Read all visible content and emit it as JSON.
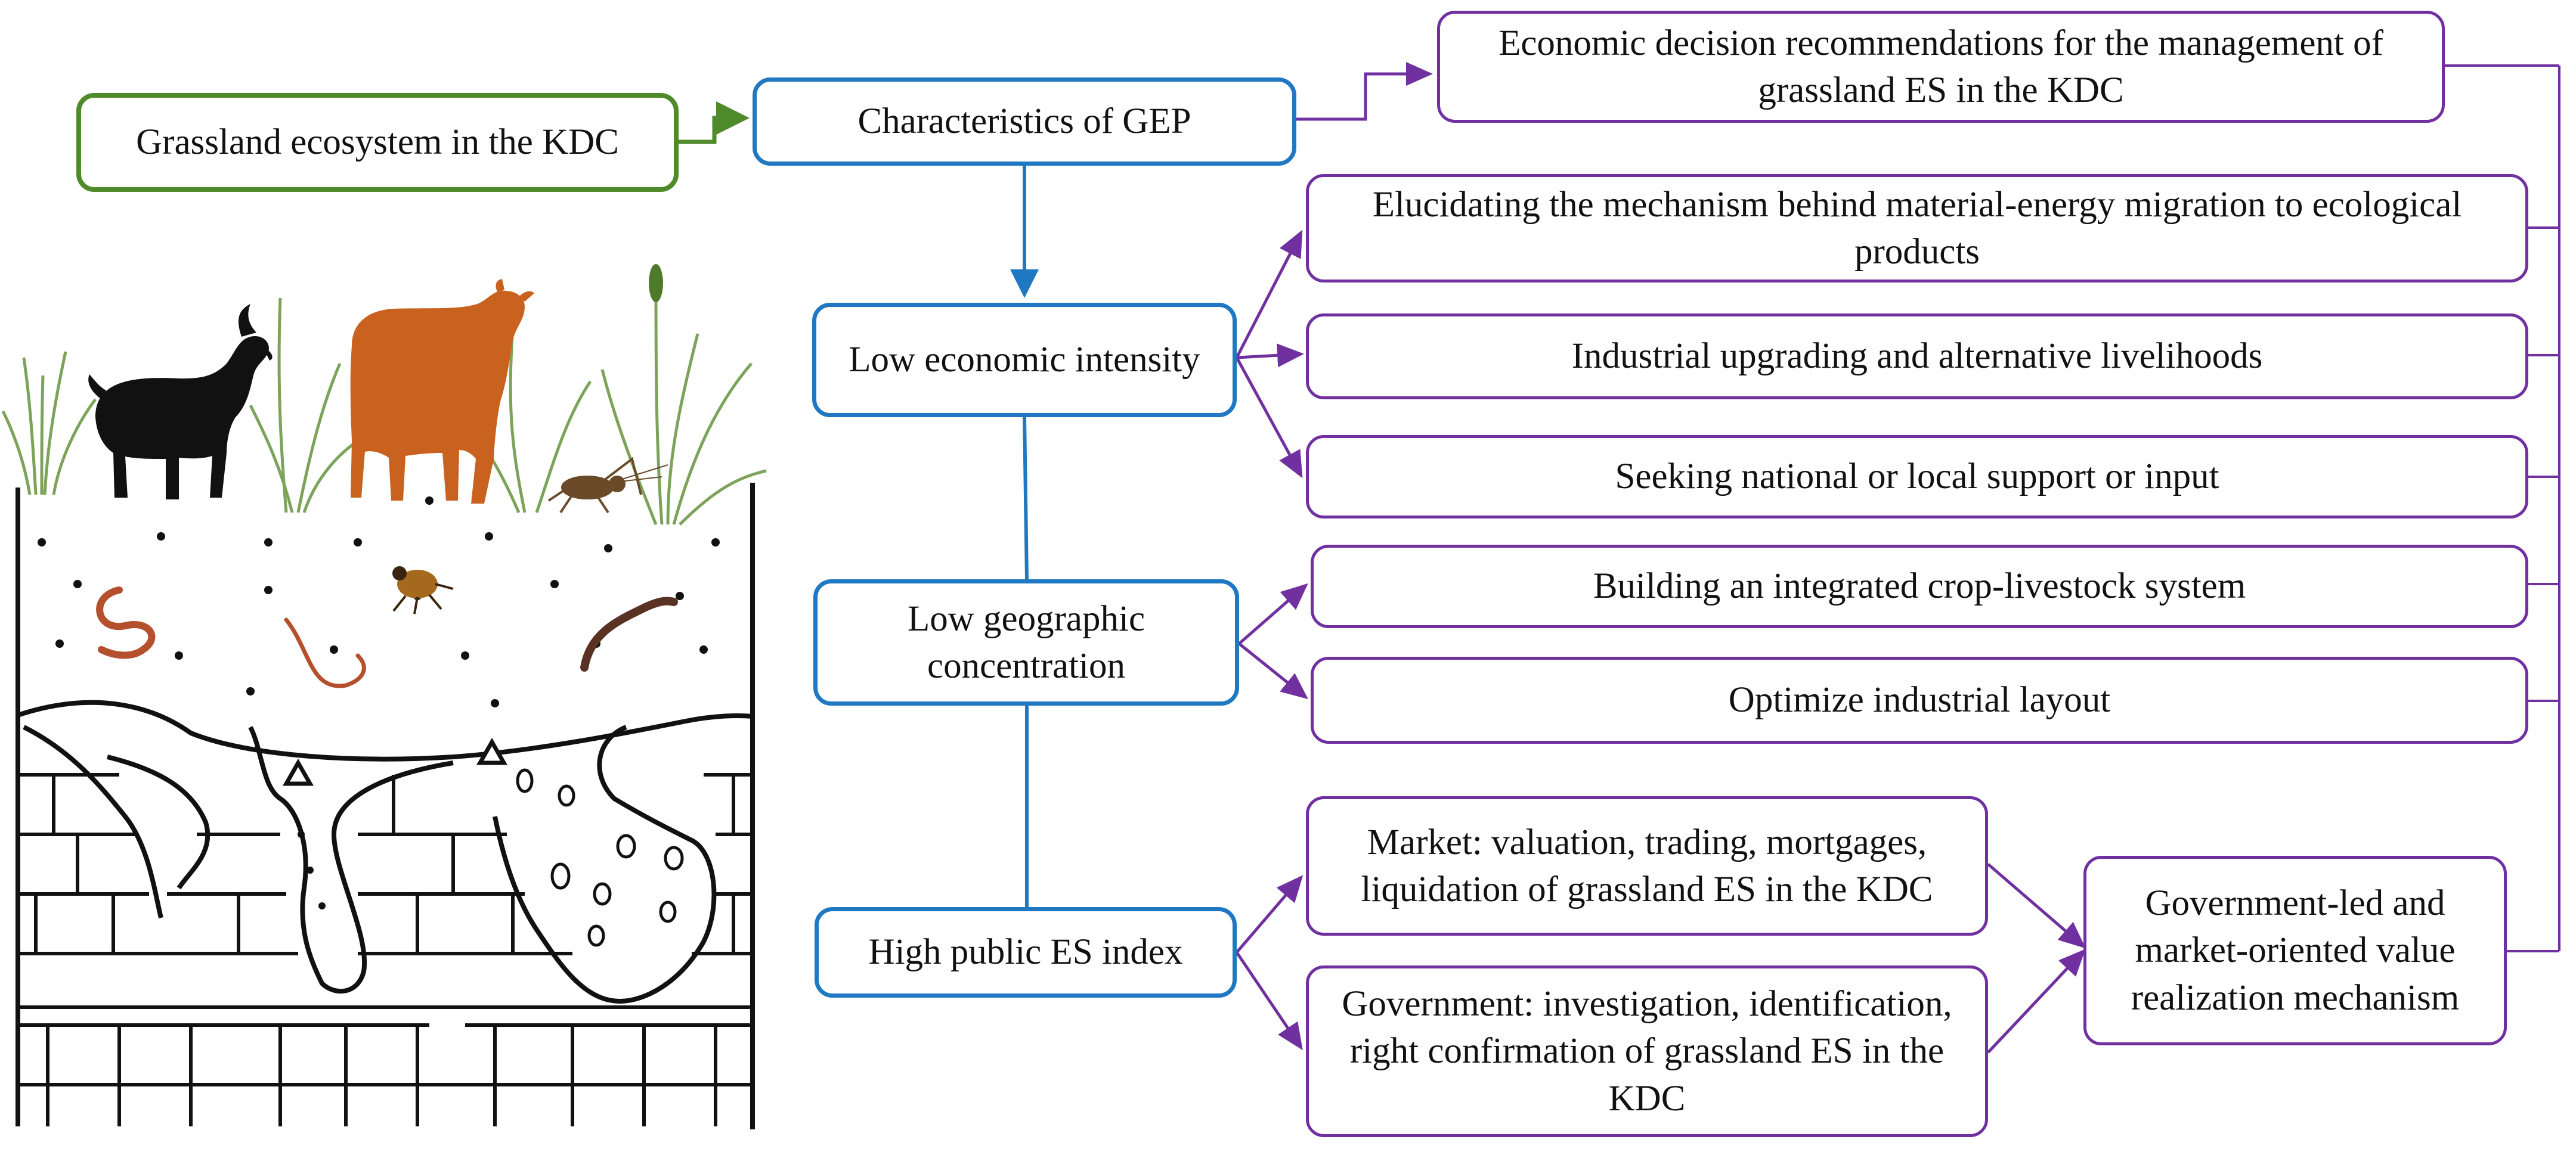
{
  "nodes": {
    "grassland": "Grassland ecosystem in the KDC",
    "gep": "Characteristics of GEP",
    "econ_recs": "Economic decision recommendations for the management of grassland ES in the KDC",
    "low_econ": "Low economic intensity",
    "elucidating": "Elucidating the mechanism behind material-energy migration to ecological products",
    "industrial_upgrading": "Industrial upgrading and alternative livelihoods",
    "seeking_support": "Seeking national or local support or input",
    "low_geo": "Low geographic concentration",
    "crop_livestock": "Building an integrated crop-livestock system",
    "optimize_layout": "Optimize industrial layout",
    "high_public": "High public ES index",
    "market": "Market: valuation, trading, mortgages, liquidation of grassland ES in the KDC",
    "government": "Government: investigation, identification, right confirmation of grassland ES in the KDC",
    "gov_led": "Government-led and market-oriented value realization mechanism"
  },
  "colors": {
    "green": "#4f8a2b",
    "blue": "#1f78c1",
    "purple": "#7030a0",
    "cow": "#c9621f",
    "goat": "#111111",
    "worm": "#b5502d",
    "grass": "#6f9a4a"
  },
  "illustration": {
    "animals": [
      "goat",
      "cow",
      "cricket"
    ],
    "soil_fauna": [
      "earthworm",
      "mite",
      "earthworm",
      "earthworm"
    ]
  }
}
